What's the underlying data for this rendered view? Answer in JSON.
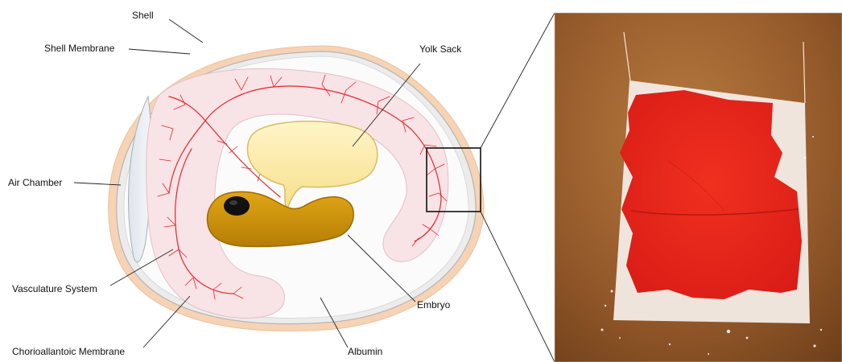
{
  "labels": {
    "shell": "Shell",
    "shell_membrane": "Shell Membrane",
    "yolk_sack": "Yolk Sack",
    "air_chamber": "Air Chamber",
    "vasculature_system": "Vasculature System",
    "embryo": "Embryo",
    "chorioallantoic_membrane": "Chorioallantoic Membrane",
    "albumin": "Albumin"
  },
  "colors": {
    "shell": "#f6d3b5",
    "yolk": "#fbeeb0",
    "embryo": "#d39a0c",
    "vessels": "#e3262b",
    "photo_red": "#e8231d"
  }
}
